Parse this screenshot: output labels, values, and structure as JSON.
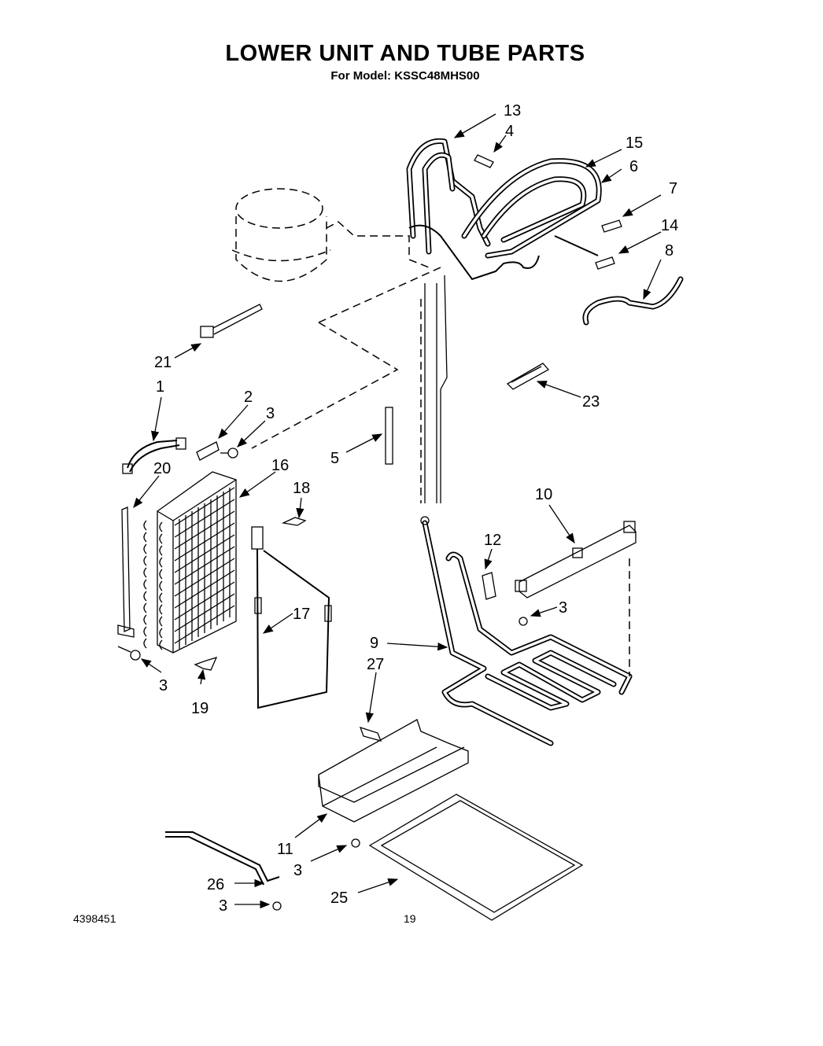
{
  "title": "LOWER UNIT AND TUBE PARTS",
  "subtitle": "For Model: KSSC48MHS00",
  "document_number": "4398451",
  "page_number": "19",
  "callouts": [
    "13",
    "4",
    "15",
    "6",
    "7",
    "14",
    "8",
    "21",
    "1",
    "2",
    "3",
    "23",
    "5",
    "16",
    "20",
    "18",
    "10",
    "12",
    "17",
    "3",
    "9",
    "27",
    "3",
    "19",
    "11",
    "3",
    "26",
    "3",
    "25"
  ]
}
